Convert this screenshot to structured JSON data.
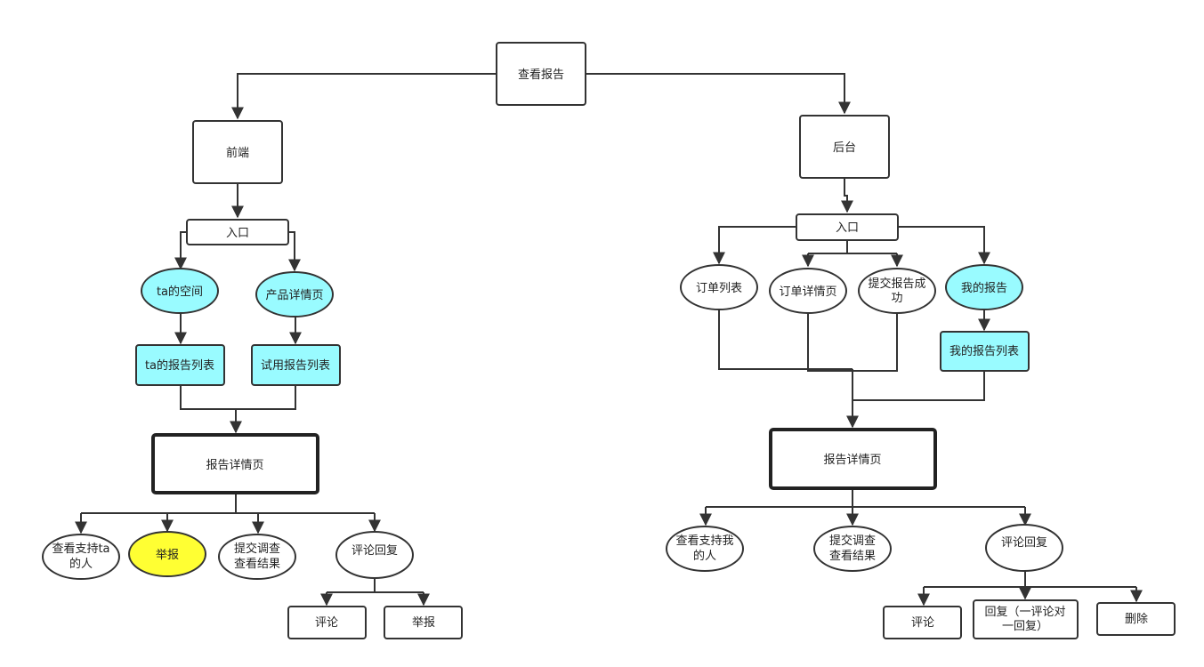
{
  "nodes": {
    "root": "查看报告",
    "frontend": "前端",
    "fe_entry": "入口",
    "fe_ta_space": "ta的空间",
    "fe_product_detail": "产品详情页",
    "fe_ta_report_list": "ta的报告列表",
    "fe_trial_report_list": "试用报告列表",
    "fe_report_detail": "报告详情页",
    "fe_view_supporters_1": "查看支持ta",
    "fe_view_supporters_2": "的人",
    "fe_report": "举报",
    "fe_submit_survey_1": "提交调查",
    "fe_submit_survey_2": "查看结果",
    "fe_comment_reply": "评论回复",
    "fe_comment": "评论",
    "fe_report_comment": "举报",
    "backend": "后台",
    "be_entry": "入口",
    "be_order_list": "订单列表",
    "be_order_detail": "订单详情页",
    "be_submit_success_1": "提交报告成",
    "be_submit_success_2": "功",
    "be_my_report": "我的报告",
    "be_my_report_list": "我的报告列表",
    "be_report_detail": "报告详情页",
    "be_view_supporters_1": "查看支持我",
    "be_view_supporters_2": "的人",
    "be_submit_survey_1": "提交调查",
    "be_submit_survey_2": "查看结果",
    "be_comment_reply": "评论回复",
    "be_comment": "评论",
    "be_reply_1": "回复（一评论对",
    "be_reply_2": "一回复）",
    "be_delete": "删除"
  },
  "colors": {
    "highlight_cyan": "#99fbff",
    "highlight_yellow": "#ffff33",
    "stroke": "#333333"
  }
}
